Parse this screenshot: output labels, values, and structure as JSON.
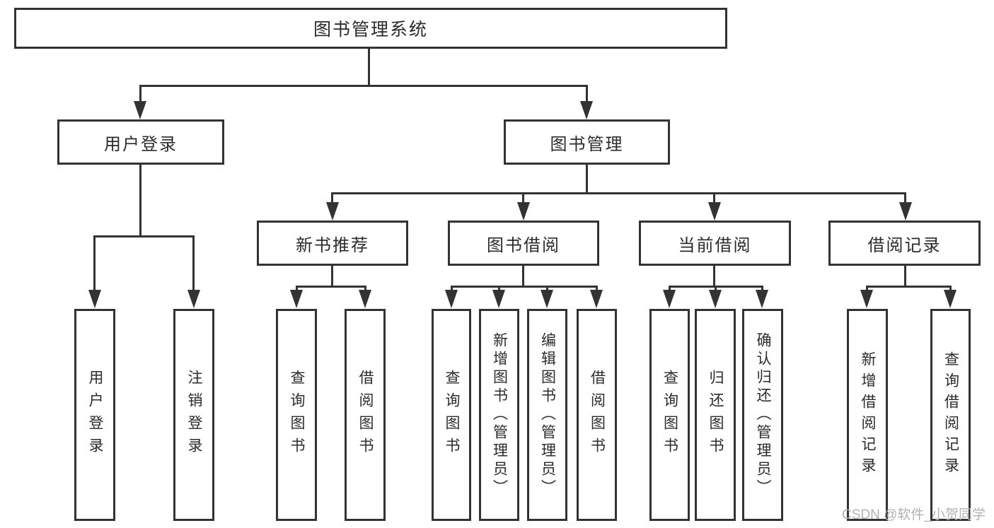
{
  "diagram": {
    "root": {
      "label": "图书管理系统"
    },
    "branches": [
      {
        "label": "用户登录",
        "children": [
          {
            "label": "用户登录"
          },
          {
            "label": "注销登录"
          }
        ]
      },
      {
        "label": "图书管理",
        "children": [
          {
            "label": "新书推荐",
            "children": [
              {
                "label": "查询图书"
              },
              {
                "label": "借阅图书"
              }
            ]
          },
          {
            "label": "图书借阅",
            "children": [
              {
                "label": "查询图书"
              },
              {
                "label": "新增图书（管理员）"
              },
              {
                "label": "编辑图书（管理员）"
              },
              {
                "label": "借阅图书"
              }
            ]
          },
          {
            "label": "当前借阅",
            "children": [
              {
                "label": "查询图书"
              },
              {
                "label": "归还图书"
              },
              {
                "label": "确认归还（管理员）"
              }
            ]
          },
          {
            "label": "借阅记录",
            "children": [
              {
                "label": "新增借阅记录"
              },
              {
                "label": "查询借阅记录"
              }
            ]
          }
        ]
      }
    ],
    "watermark": "CSDN @软件_小贺同学",
    "colors": {
      "line": "#333333",
      "text": "#2b2b2b",
      "background": "#ffffff",
      "watermark": "#b2b2b2"
    }
  }
}
